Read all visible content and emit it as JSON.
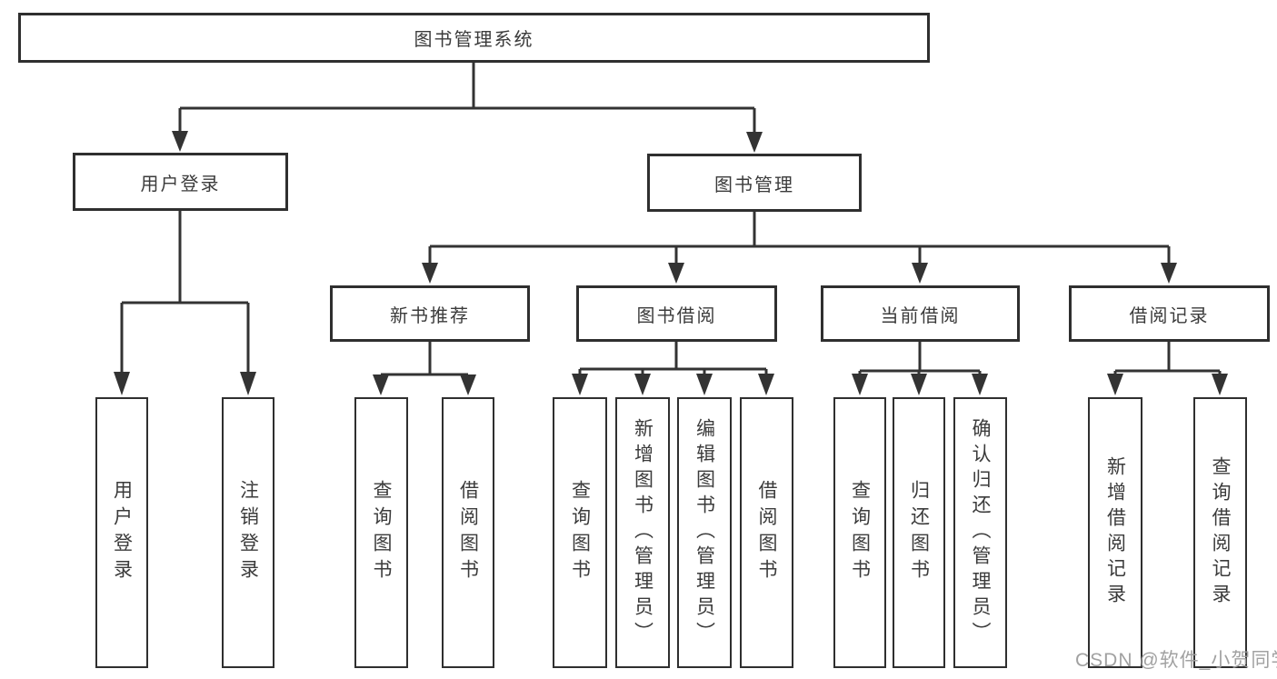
{
  "tree": {
    "label": "图书管理系统",
    "children": [
      {
        "label": "用户登录",
        "children": [
          {
            "label": "用户登录"
          },
          {
            "label": "注销登录"
          }
        ]
      },
      {
        "label": "图书管理",
        "children": [
          {
            "label": "新书推荐",
            "children": [
              {
                "label": "查询图书"
              },
              {
                "label": "借阅图书"
              }
            ]
          },
          {
            "label": "图书借阅",
            "children": [
              {
                "label": "查询图书"
              },
              {
                "label": "新增图书（管理员）"
              },
              {
                "label": "编辑图书（管理员）"
              },
              {
                "label": "借阅图书"
              }
            ]
          },
          {
            "label": "当前借阅",
            "children": [
              {
                "label": "查询图书"
              },
              {
                "label": "归还图书"
              },
              {
                "label": "确认归还（管理员）"
              }
            ]
          },
          {
            "label": "借阅记录",
            "children": [
              {
                "label": "新增借阅记录"
              },
              {
                "label": "查询借阅记录"
              }
            ]
          }
        ]
      }
    ]
  },
  "watermark": {
    "text": "CSDN @软件_小贺同学"
  },
  "colors": {
    "line": "#333333",
    "box_border": "#2f2f2f",
    "text": "#3b3b3b",
    "watermark": "#9c9c9c",
    "background": "#ffffff"
  }
}
